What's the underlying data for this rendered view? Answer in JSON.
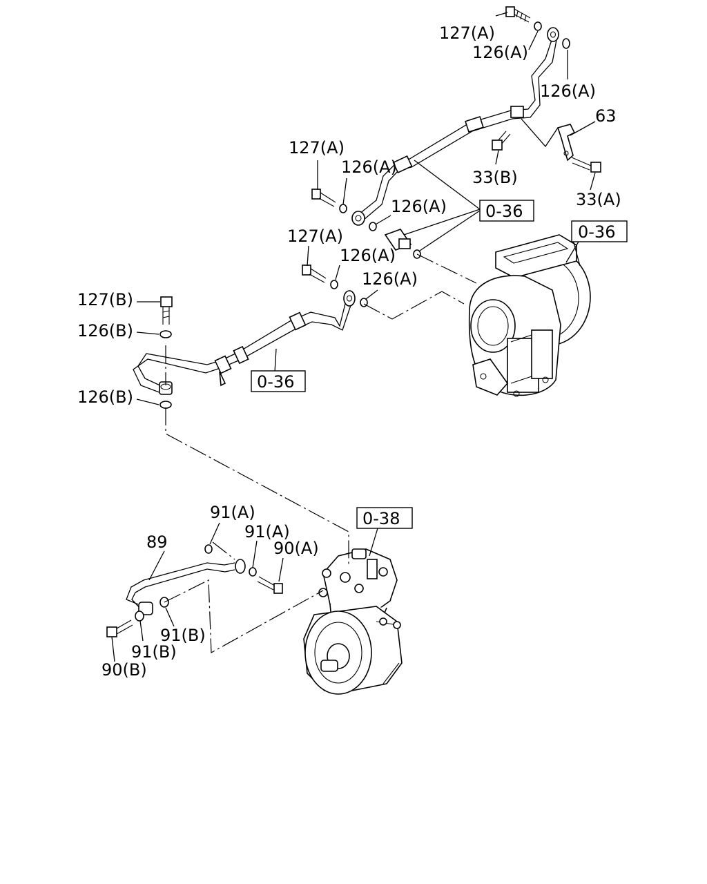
{
  "labels": {
    "l127a_1": "127(A)",
    "l126a_1": "126(A)",
    "l126a_2": "126(A)",
    "l63": "63",
    "l127a_2": "127(A)",
    "l126a_3": "126(A)",
    "l33b": "33(B)",
    "l33a": "33(A)",
    "l126a_4": "126(A)",
    "l127a_3": "127(A)",
    "l126a_5": "126(A)",
    "l126a_6": "126(A)",
    "l127b": "127(B)",
    "l126b_1": "126(B)",
    "l126b_2": "126(B)",
    "l91a_1": "91(A)",
    "l89": "89",
    "l91a_2": "91(A)",
    "l90a": "90(A)",
    "l91b_1": "91(B)",
    "l91b_2": "91(B)",
    "l90b": "90(B)"
  },
  "references": {
    "ref_036_a": "0-36",
    "ref_036_b": "0-36",
    "ref_036_c": "0-36",
    "ref_038": "0-38"
  }
}
